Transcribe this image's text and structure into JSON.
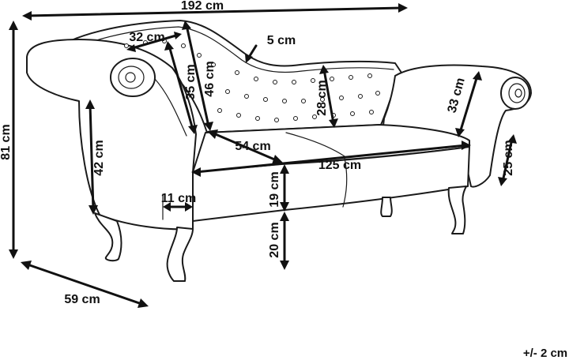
{
  "diagram": {
    "dimensions": [
      {
        "id": "overall-length",
        "label": "192 cm"
      },
      {
        "id": "overall-height",
        "label": "81 cm"
      },
      {
        "id": "depth",
        "label": "59 cm"
      },
      {
        "id": "arm-top-width",
        "label": "32 cm"
      },
      {
        "id": "frame-thickness",
        "label": "5 cm"
      },
      {
        "id": "back-height-left",
        "label": "35 cm"
      },
      {
        "id": "back-height-inner",
        "label": "46 cm"
      },
      {
        "id": "back-height-right",
        "label": "28 cm"
      },
      {
        "id": "right-arm-length",
        "label": "33 cm"
      },
      {
        "id": "right-arm-height",
        "label": "25 cm"
      },
      {
        "id": "arm-height",
        "label": "42 cm"
      },
      {
        "id": "seat-depth",
        "label": "54 cm"
      },
      {
        "id": "seat-width",
        "label": "125 cm"
      },
      {
        "id": "arm-inset",
        "label": "11 cm"
      },
      {
        "id": "seat-thickness",
        "label": "19 cm"
      },
      {
        "id": "leg-height",
        "label": "20 cm"
      }
    ],
    "tolerance": "+/- 2 cm"
  }
}
